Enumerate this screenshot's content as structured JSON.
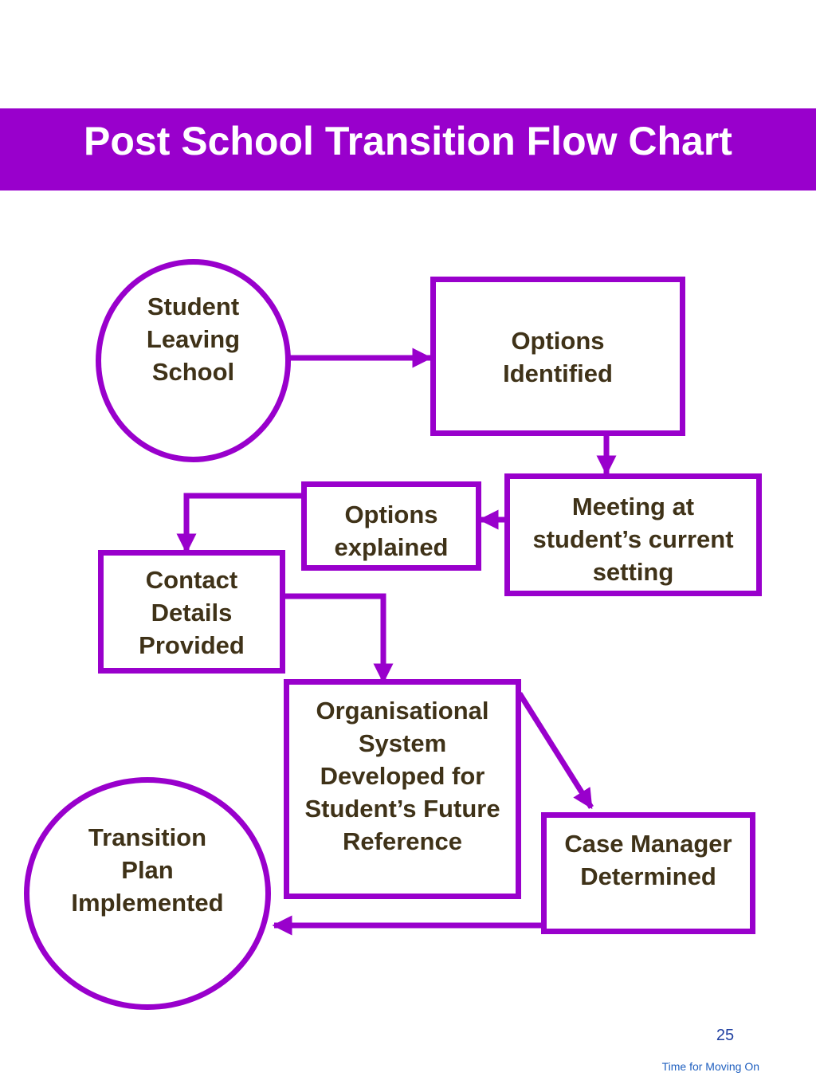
{
  "slide": {
    "title": "Post School Transition Flow Chart",
    "page_number": "25",
    "footer": "Time for Moving On"
  },
  "colors": {
    "accent": "#9900cc",
    "node_text": "#3f3218",
    "title_text": "#ffffff",
    "footer_text": "#1f5fbf"
  },
  "nodes": {
    "student_leaving_school": "Student Leaving School",
    "options_identified": "Options Identified",
    "meeting": "Meeting at student’s current setting",
    "options_explained": "Options explained",
    "contact_details": "Contact Details Provided",
    "organisational_system": "Organisational System Developed for Student’s Future Reference",
    "case_manager": "Case Manager Determined",
    "transition_plan": "Transition Plan Implemented"
  }
}
